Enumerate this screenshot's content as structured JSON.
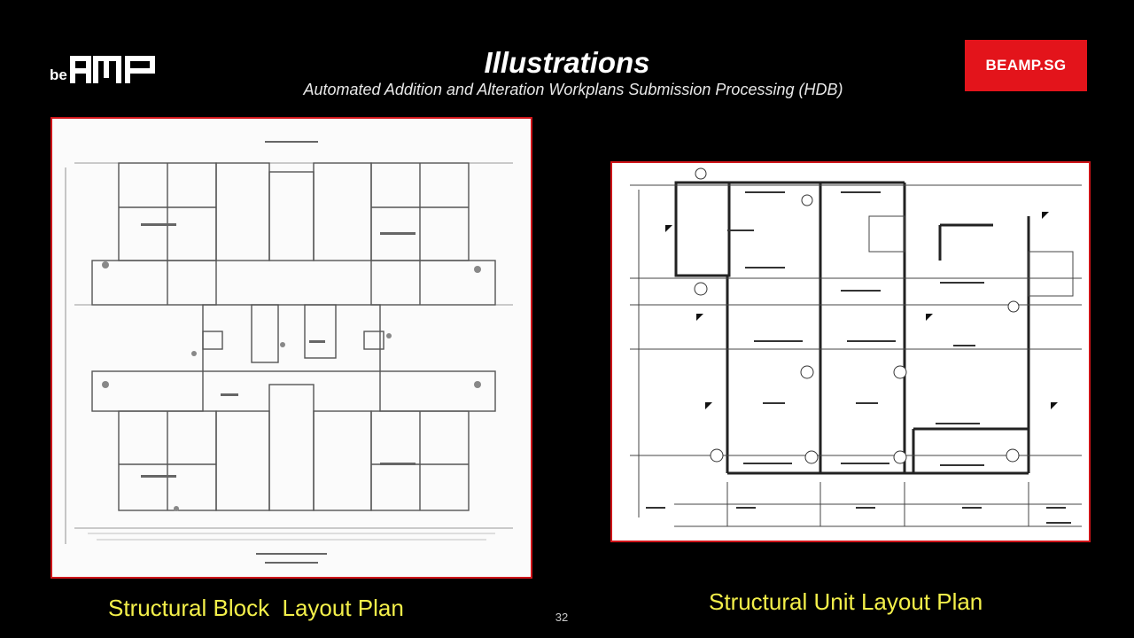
{
  "brand": {
    "logo_text": "beAMP",
    "badge": "BEAMP.SG"
  },
  "header": {
    "title": "Illustrations",
    "subtitle": "Automated Addition and Alteration Workplans Submission Processing (HDB)"
  },
  "figures": [
    {
      "caption": "Structural Block  Layout Plan"
    },
    {
      "caption": "Structural Unit Layout Plan"
    }
  ],
  "footer": {
    "page_number": "32"
  },
  "colors": {
    "background": "#000000",
    "accent_red": "#e3141b",
    "caption_yellow": "#f4f04a"
  }
}
